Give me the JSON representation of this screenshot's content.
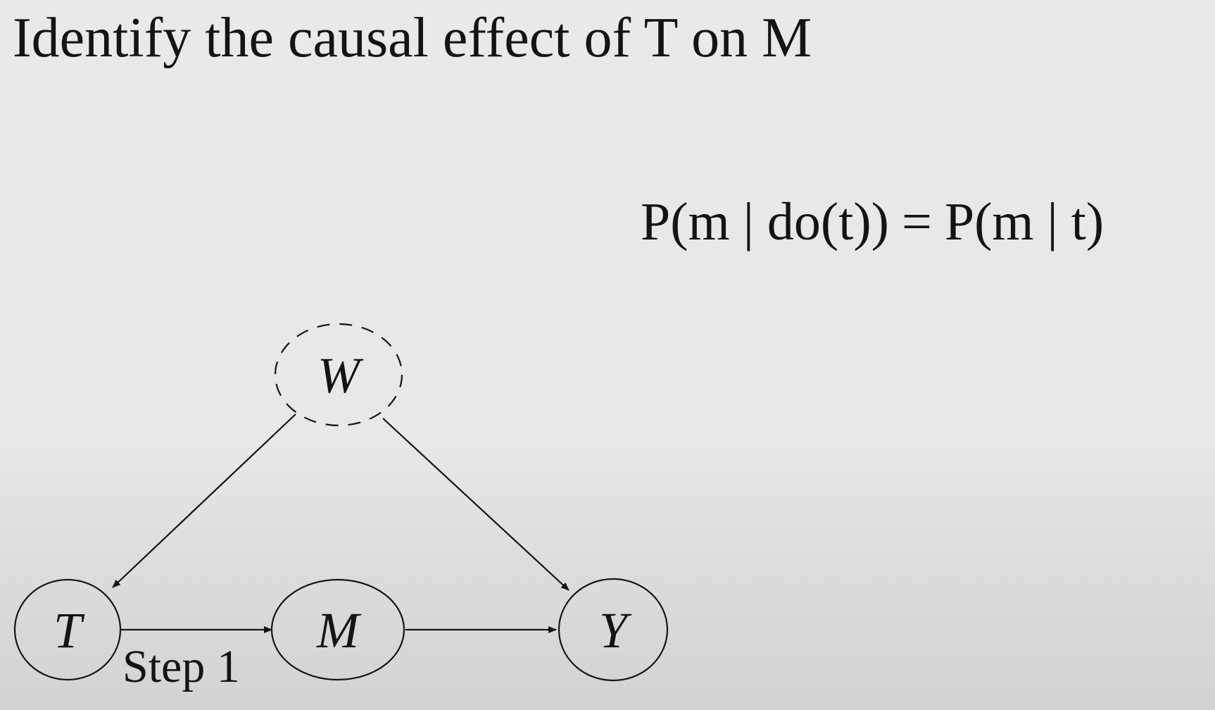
{
  "slide": {
    "title": "Identify the causal effect of T on M"
  },
  "equation": {
    "lhs": "P(m | do(t))",
    "sign": "=",
    "rhs": "P(m | t)"
  },
  "diagram": {
    "nodes": [
      {
        "id": "W",
        "label": "W",
        "style": "dashed"
      },
      {
        "id": "T",
        "label": "T",
        "style": "solid"
      },
      {
        "id": "M",
        "label": "M",
        "style": "solid"
      },
      {
        "id": "Y",
        "label": "Y",
        "style": "solid"
      }
    ],
    "edges": [
      {
        "from": "W",
        "to": "T"
      },
      {
        "from": "W",
        "to": "Y"
      },
      {
        "from": "T",
        "to": "M",
        "label": "Step 1"
      },
      {
        "from": "M",
        "to": "Y"
      }
    ]
  }
}
